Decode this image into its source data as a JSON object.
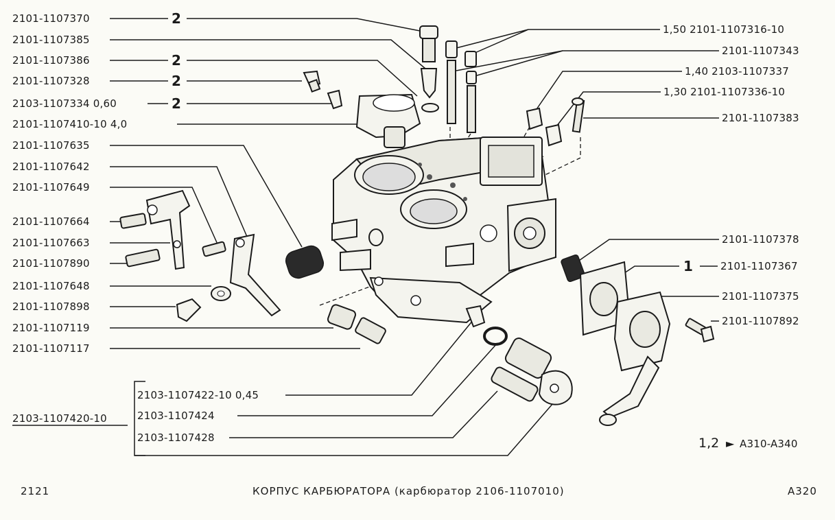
{
  "labels": {
    "l1": "2101-1107370",
    "l2": "2101-1107385",
    "l3": "2101-1107386",
    "l4": "2101-1107328",
    "l5": "2103-1107334  0,60",
    "l6": "2101-1107410-10  4,0",
    "l7": "2101-1107635",
    "l8": "2101-1107642",
    "l9": "2101-1107649",
    "l10": "2101-1107664",
    "l11": "2101-1107663",
    "l12": "2101-1107890",
    "l13": "2101-1107648",
    "l14": "2101-1107898",
    "l15": "2101-1107119",
    "l16": "2101-1107117",
    "r1": "1,50  2101-1107316-10",
    "r2": "2101-1107343",
    "r3": "1,40  2103-1107337",
    "r4": "1,30  2101-1107336-10",
    "r5": "2101-1107383",
    "r6": "2101-1107378",
    "r7": "2101-1107367",
    "r8": "2101-1107375",
    "r9": "2101-1107892",
    "g1": "2103-1107422-10  0,45",
    "g2": "2103-1107424",
    "g3": "2103-1107428",
    "gmain": "2103-1107420-10"
  },
  "quantities": {
    "q1": "2",
    "q3": "2",
    "q4": "2",
    "q5": "2",
    "r7": "1"
  },
  "notes": {
    "ref": "1,2",
    "ref_target": "A310-A340"
  },
  "footer": {
    "left": "2121",
    "title": "КОРПУС  КАРБЮРАТОРА (карбюратор 2106-1107010)",
    "right": "A320"
  }
}
